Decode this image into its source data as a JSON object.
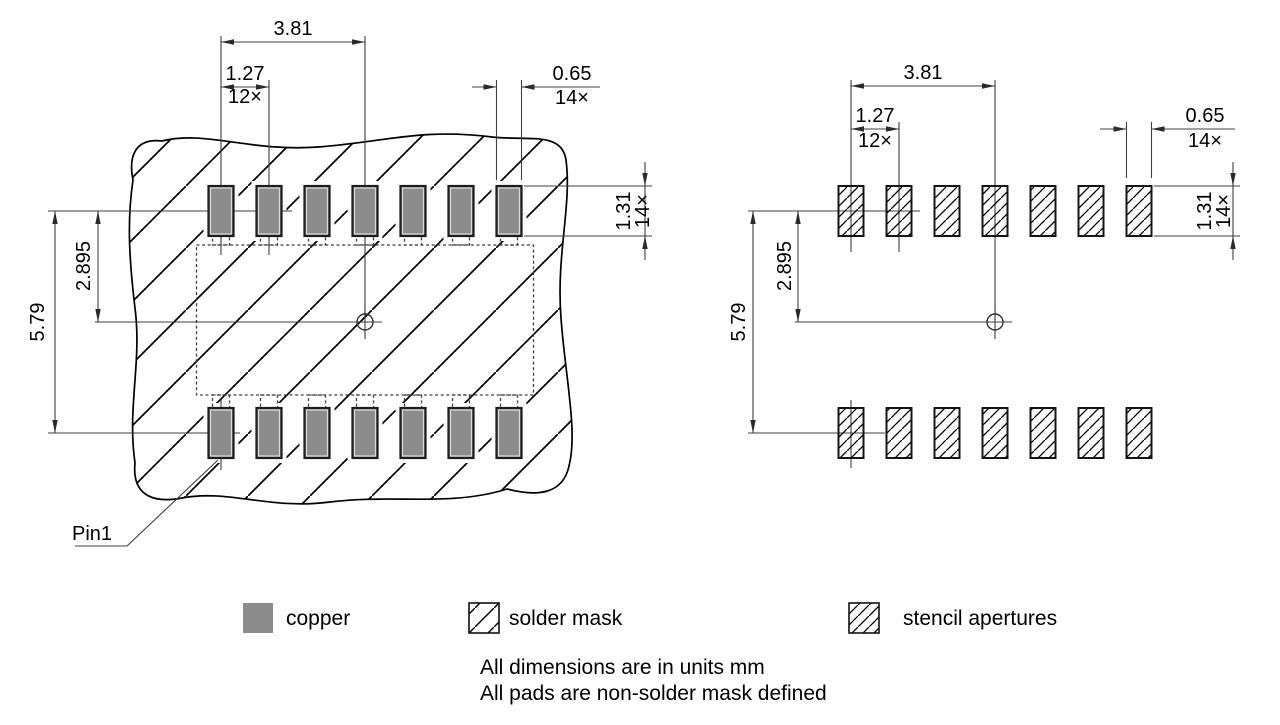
{
  "figures": {
    "left": {
      "pin_label": "Pin1",
      "dims": {
        "group_pitch": "3.81",
        "pitch": "1.27",
        "pitch_count": "12×",
        "pad_width": "0.65",
        "pad_width_count": "14×",
        "pad_height": "1.31",
        "pad_height_count": "14×",
        "row_half_span": "2.895",
        "row_span": "5.79"
      }
    },
    "right": {
      "dims": {
        "group_pitch": "3.81",
        "pitch": "1.27",
        "pitch_count": "12×",
        "pad_width": "0.65",
        "pad_width_count": "14×",
        "pad_height": "1.31",
        "pad_height_count": "14×",
        "row_half_span": "2.895",
        "row_span": "5.79"
      }
    }
  },
  "legend": {
    "copper_label": "copper",
    "solder_mask_label": "solder mask",
    "stencil_label": "stencil apertures"
  },
  "notes": {
    "line1": "All dimensions are in units mm",
    "line2": "All pads are non-solder mask defined"
  },
  "colors": {
    "copper_fill": "#8c8c8c",
    "outline": "#000000",
    "dimension_lines": "#3f3f3f"
  }
}
